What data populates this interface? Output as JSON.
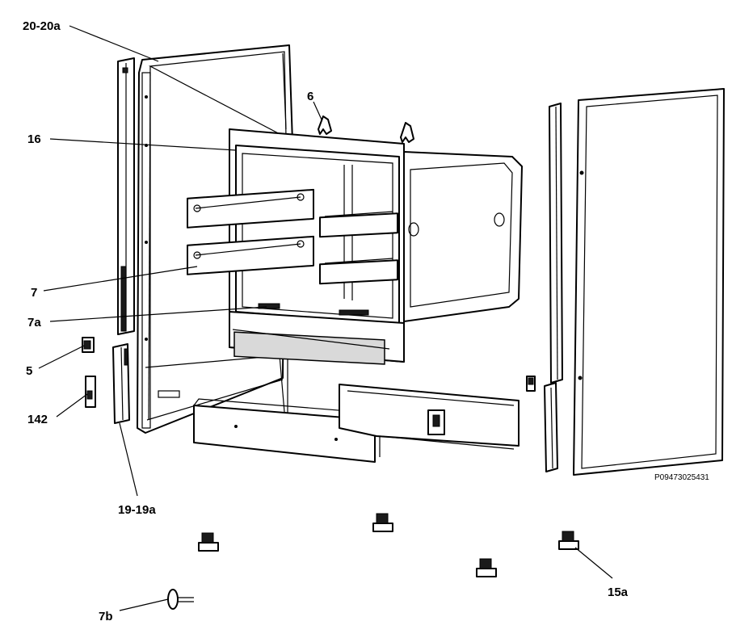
{
  "diagram": {
    "labels": {
      "l_20_20a": "20-20a",
      "l_6": "6",
      "l_16": "16",
      "l_7": "7",
      "l_7a": "7a",
      "l_5": "5",
      "l_142": "142",
      "l_19_19a": "19-19a",
      "l_15a": "15a",
      "l_7b": "7b"
    },
    "drawing_code": "P09473025431"
  }
}
